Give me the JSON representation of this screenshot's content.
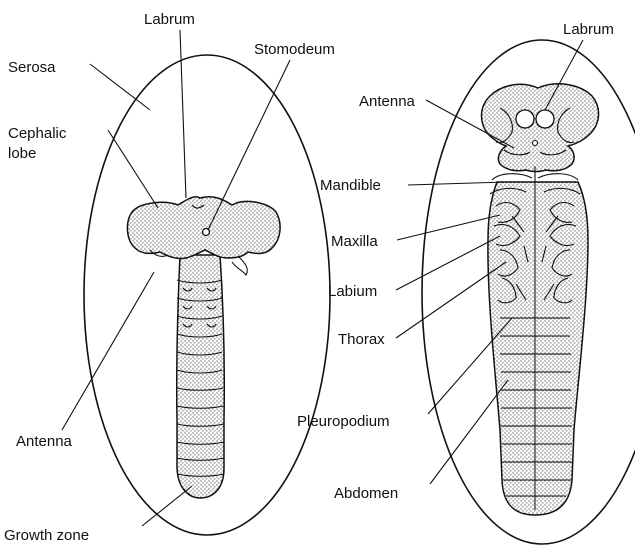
{
  "left_embryo": {
    "labels": {
      "labrum": "Labrum",
      "stomodeum": "Stomodeum",
      "serosa": "Serosa",
      "cephalic_lobe_line1": "Cephalic",
      "cephalic_lobe_line2": "lobe",
      "antenna": "Antenna",
      "growth_zone": "Growth zone"
    }
  },
  "right_embryo": {
    "labels": {
      "labrum": "Labrum",
      "antenna": "Antenna",
      "mandible": "Mandible",
      "maxilla": "Maxilla",
      "labium": "Labium",
      "thorax": "Thorax",
      "pleuropodium": "Pleuropodium",
      "abdomen": "Abdomen"
    }
  },
  "colors": {
    "ink": "#111111",
    "serosa_stipple": "#cfcfcf",
    "germband_stipple": "#9a9a9a",
    "background": "#ffffff"
  }
}
